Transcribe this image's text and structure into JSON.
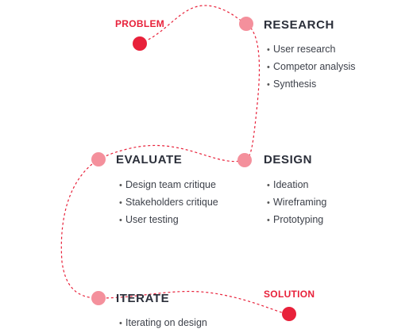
{
  "colors": {
    "accent": "#e8213a",
    "node_fill": "#f4909c",
    "title_text": "#2b2f3a",
    "body_text": "#3d414a"
  },
  "start": {
    "label": "PROBLEM"
  },
  "end": {
    "label": "SOLUTION"
  },
  "stages": [
    {
      "title": "RESEARCH",
      "items": [
        "User research",
        "Competor analysis",
        "Synthesis"
      ]
    },
    {
      "title": "DESIGN",
      "items": [
        "Ideation",
        "Wireframing",
        "Prototyping"
      ]
    },
    {
      "title": "EVALUATE",
      "items": [
        "Design team critique",
        "Stakeholders critique",
        "User testing"
      ]
    },
    {
      "title": "ITERATE",
      "items": [
        "Iterating on design"
      ]
    }
  ],
  "bullet_char": "•"
}
